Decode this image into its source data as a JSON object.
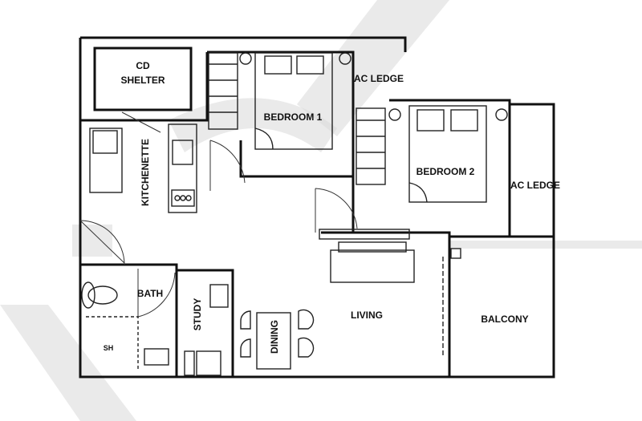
{
  "rooms": {
    "cd_shelter": [
      "CD",
      "SHELTER"
    ],
    "bedroom1": "BEDROOM 1",
    "bedroom2": "BEDROOM 2",
    "ac_ledge_top": "AC LEDGE",
    "ac_ledge_right": "AC LEDGE",
    "kitchenette": "KITCHENETTE",
    "bath": "BATH",
    "shower": "SH",
    "study": "STUDY",
    "dining": "DINING",
    "living": "LIVING",
    "balcony": "BALCONY"
  },
  "colors": {
    "wall": "#111111",
    "watermark": "#d8d8d8"
  }
}
